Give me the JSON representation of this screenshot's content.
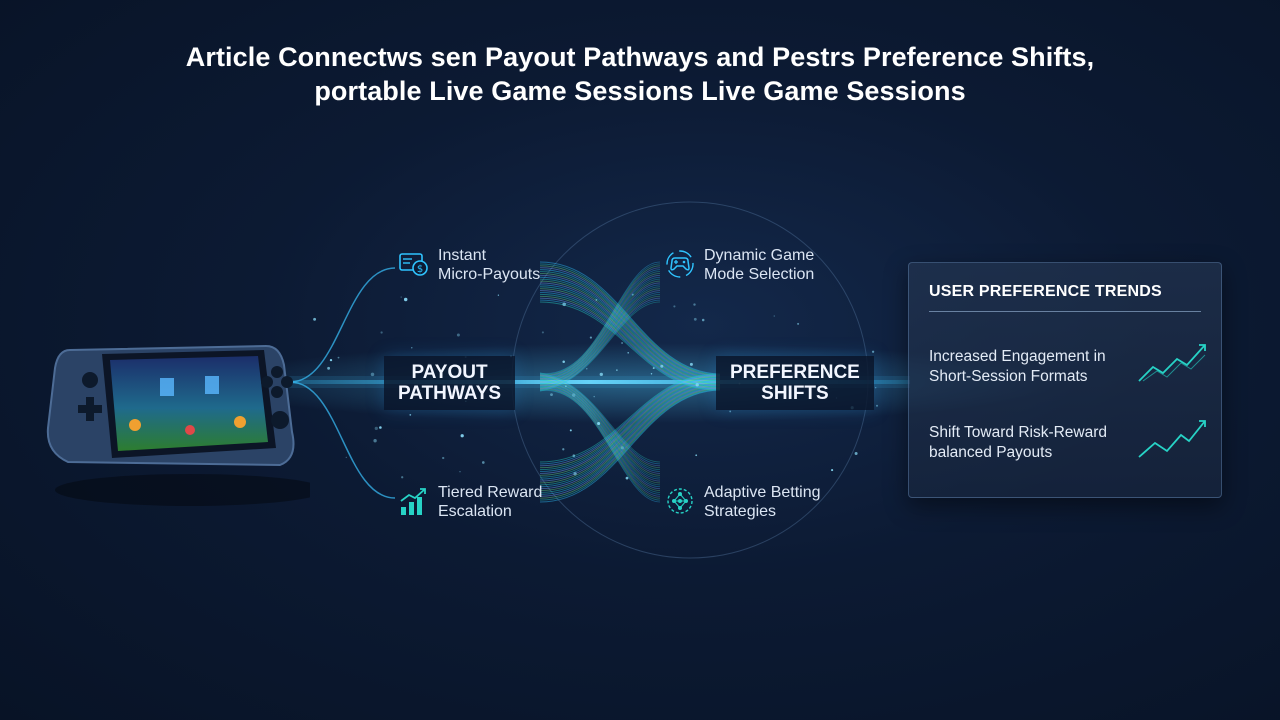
{
  "title": {
    "line1": "Article Connectws sen Payout Pathways and Pestrs Preference Shifts,",
    "line2": "portable Live Game Sessions Live Game Sessions"
  },
  "nodes": {
    "payout": "PAYOUT\nPATHWAYS",
    "preference": "PREFERENCE\nSHIFTS"
  },
  "items": {
    "instant": {
      "label": "Instant\nMicro-Payouts",
      "icon": "payout-card-icon"
    },
    "tiered": {
      "label": "Tiered Reward\nEscalation",
      "icon": "bar-chart-rising-icon"
    },
    "dynamic": {
      "label": "Dynamic Game\nMode Selection",
      "icon": "gamepad-icon"
    },
    "adaptive": {
      "label": "Adaptive Betting\nStrategies",
      "icon": "neural-network-icon"
    }
  },
  "panel": {
    "heading": "USER PREFERENCE TRENDS",
    "trends": [
      {
        "label": "Increased Engagement in\nShort-Session Formats",
        "icon": "trend-up-icon"
      },
      {
        "label": "Shift Toward Risk-Reward\nbalanced Payouts",
        "icon": "trend-up-icon"
      }
    ]
  },
  "colors": {
    "accent": "#2fc4ff",
    "teal": "#27d3c6",
    "green": "#6ee08a",
    "background": "#0c1a33"
  }
}
